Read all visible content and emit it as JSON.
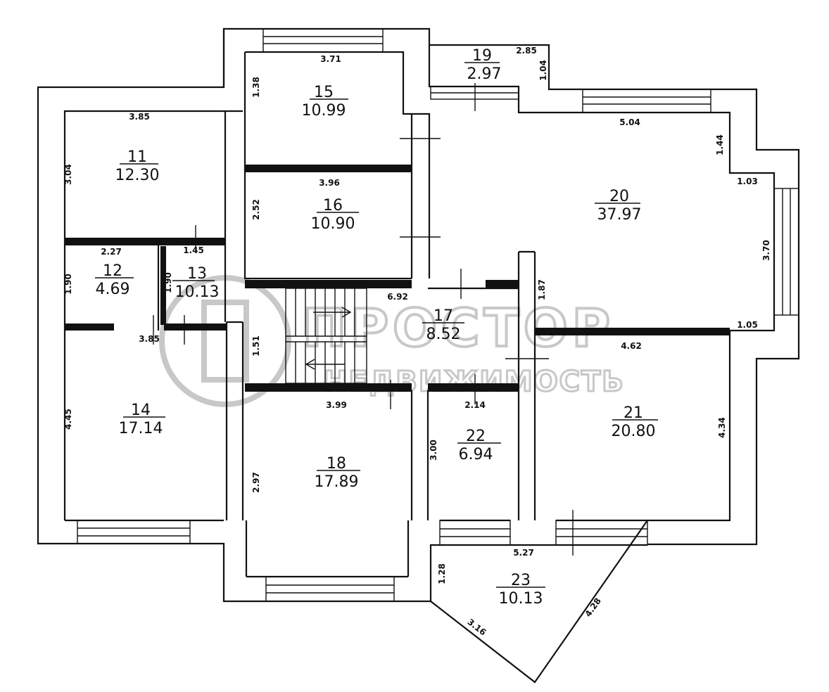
{
  "rooms": [
    {
      "id": "r11",
      "number": "11",
      "area": "12.30"
    },
    {
      "id": "r12",
      "number": "12",
      "area": "4.69"
    },
    {
      "id": "r13",
      "number": "13",
      "area": "10.13"
    },
    {
      "id": "r14",
      "number": "14",
      "area": "17.14"
    },
    {
      "id": "r15",
      "number": "15",
      "area": "10.99"
    },
    {
      "id": "r16",
      "number": "16",
      "area": "10.90"
    },
    {
      "id": "r17",
      "number": "17",
      "area": "8.52"
    },
    {
      "id": "r18",
      "number": "18",
      "area": "17.89"
    },
    {
      "id": "r19",
      "number": "19",
      "area": "2.97"
    },
    {
      "id": "r20",
      "number": "20",
      "area": "37.97"
    },
    {
      "id": "r21",
      "number": "21",
      "area": "20.80"
    },
    {
      "id": "r22",
      "number": "22",
      "area": "6.94"
    },
    {
      "id": "r23",
      "number": "23",
      "area": "10.13"
    }
  ],
  "dimensions": {
    "d_371": "3.71",
    "d_138": "1.38",
    "d_285": "2.85",
    "d_104": "1.04",
    "d_385_top": "3.85",
    "d_304": "3.04",
    "d_504": "5.04",
    "d_144": "1.44",
    "d_396": "3.96",
    "d_252": "2.52",
    "d_103": "1.03",
    "d_370": "3.70",
    "d_227": "2.27",
    "d_145": "1.45",
    "d_190_a": "1.90",
    "d_190_b": "1.90",
    "d_692": "6.92",
    "d_187": "1.87",
    "d_105": "1.05",
    "d_385_bottom": "3.85",
    "d_151": "1.51",
    "d_462": "4.62",
    "d_399": "3.99",
    "d_214": "2.14",
    "d_445": "4.45",
    "d_300": "3.00",
    "d_434": "4.34",
    "d_297": "2.97",
    "d_527": "5.27",
    "d_128": "1.28",
    "d_316": "3.16",
    "d_428": "4.28"
  },
  "watermark": {
    "brand": "ПРОСТОР",
    "tagline": "НЕДВИЖИМОСТЬ"
  }
}
